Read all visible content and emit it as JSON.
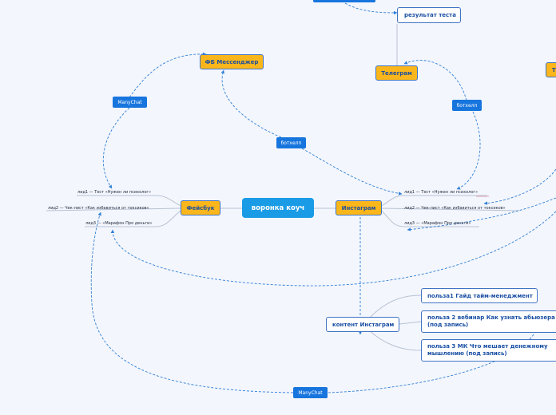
{
  "central": "воронка коуч",
  "channels": {
    "facebook": "Фейсбук",
    "instagram": "Инстаграм",
    "telegram": "Телеграм",
    "fb_messenger": "ФБ Мессенджер",
    "telegram_edge": "Т"
  },
  "facebook_leads": [
    "лид1 — Тест «Нужен ли психолог»",
    "лид2 — Чек-лист «Как избавиться от токсиков»",
    "лид3 — «Марафон Про деньги»"
  ],
  "instagram_leads": [
    "лид1 — Тест «Нужен ли психолог»",
    "лид2 — Чек-лист «Как избавиться от токсиков»",
    "лид3 — «Марафон Про деньги»"
  ],
  "labels": {
    "manychat_top": "ManyChat",
    "manychat_bottom": "ManyChat",
    "botkhelp_left": "ботхелп",
    "botkhelp_right": "ботхелп"
  },
  "test_result": "результат теста",
  "content": {
    "title": "контент Инстаграм",
    "items": [
      "польза1 Гайд тайм-менеджмент",
      "польза 2 вебинар Как узнать абьюзера (под запись)",
      "польза 3 МК Что мешает денежному мышлению (под запись)"
    ]
  },
  "colors": {
    "background": "#f3f6fd",
    "central": "#1a9be6",
    "channel": "#fbb61b",
    "label": "#1775de",
    "border": "#3f74c4",
    "line": "#2f7fd6"
  }
}
